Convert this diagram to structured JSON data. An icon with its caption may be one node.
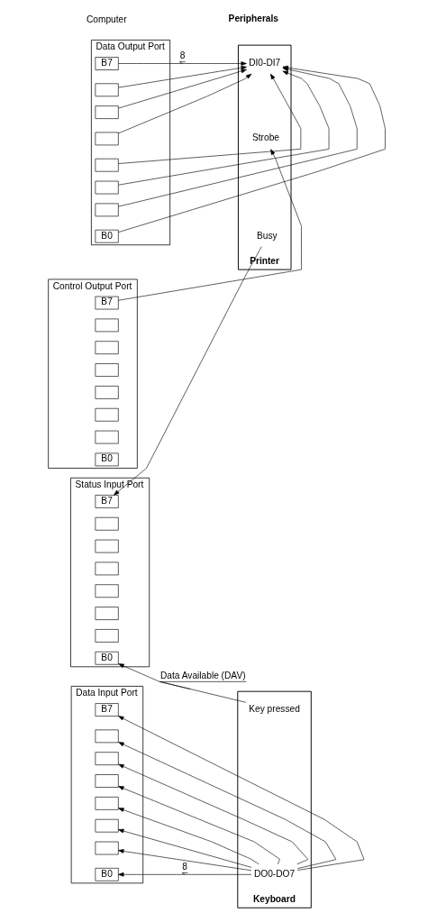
{
  "diagram": {
    "nodes": [
      {
        "text": [
          "Data Output Port"
        ]
      },
      {
        "text": [
          "B7"
        ],
        "in": 0
      },
      {
        "text": [],
        "shape": "box",
        "in": 0
      },
      {
        "text": [],
        "shape": "box",
        "in": 0
      },
      {
        "text": [],
        "shape": "box",
        "in": 0
      },
      {
        "text": [],
        "shape": "box",
        "in": 0
      },
      {
        "text": [],
        "shape": "box",
        "in": 0
      },
      {
        "text": [],
        "shape": "box",
        "in": 0
      },
      {
        "text": [
          "B0"
        ],
        "in": 0
      },
      {
        "text": [
          "Printer"
        ]
      },
      {
        "text": [
          "DI0-DI7"
        ],
        "in": 9
      },
      {
        "text": [
          "Strobe"
        ],
        "in": 9
      },
      {
        "text": [
          "Busy"
        ],
        "in": 9
      },
      {
        "text": [
          "Control Output Port"
        ]
      },
      {
        "text": [
          "B7"
        ],
        "in": 13
      },
      {
        "text": [],
        "shape": "box",
        "in": 13
      },
      {
        "text": [],
        "shape": "box",
        "in": 13
      },
      {
        "text": [],
        "shape": "box",
        "in": 13
      },
      {
        "text": [],
        "shape": "box",
        "in": 13
      },
      {
        "text": [],
        "shape": "box",
        "in": 13
      },
      {
        "text": [],
        "shape": "box",
        "in": 13
      },
      {
        "text": [
          "B0"
        ],
        "in": 13
      },
      {
        "text": [
          "Status Input Port"
        ]
      },
      {
        "text": [
          "B7"
        ],
        "in": 22
      },
      {
        "text": [],
        "shape": "box",
        "in": 22
      },
      {
        "text": [],
        "shape": "box",
        "in": 22
      },
      {
        "text": [],
        "shape": "box",
        "in": 22
      },
      {
        "text": [],
        "shape": "box",
        "in": 22
      },
      {
        "text": [],
        "shape": "box",
        "in": 22
      },
      {
        "text": [],
        "shape": "box",
        "in": 22
      },
      {
        "text": [
          "B0"
        ],
        "in": 22
      },
      {
        "text": [
          "Keyboard"
        ]
      },
      {
        "text": [
          "Key pressed"
        ],
        "in": 31
      },
      {
        "text": [
          "DO0-DO7"
        ],
        "in": 31
      },
      {
        "text": [
          "Data Input Port"
        ]
      },
      {
        "text": [
          "B7"
        ],
        "in": 34
      },
      {
        "text": [],
        "shape": "box",
        "in": 34
      },
      {
        "text": [],
        "shape": "box",
        "in": 34
      },
      {
        "text": [],
        "shape": "box",
        "in": 34
      },
      {
        "text": [],
        "shape": "box",
        "in": 34
      },
      {
        "text": [],
        "shape": "box",
        "in": 34
      },
      {
        "text": [],
        "shape": "box",
        "in": 34
      },
      {
        "text": [
          "B0"
        ],
        "in": 34
      }
    ],
    "edges": [
      {
        "from": 1,
        "to": 10,
        "arrow": "to",
        "label": "8"
      },
      {
        "from": 2,
        "to": 10,
        "arrow": "to"
      },
      {
        "from": 3,
        "to": 10,
        "arrow": "to"
      },
      {
        "from": 4,
        "to": 10,
        "arrow": "to"
      },
      {
        "from": 5,
        "to": 10,
        "arrow": "to"
      },
      {
        "from": 6,
        "to": 10,
        "arrow": "to"
      },
      {
        "from": 7,
        "to": 10,
        "arrow": "to"
      },
      {
        "from": 8,
        "to": 10,
        "arrow": "to"
      },
      {
        "from": 14,
        "to": 11,
        "arrow": "to"
      },
      {
        "from": 12,
        "to": 23,
        "arrow": "to"
      },
      {
        "from": 32,
        "to": 30,
        "arrow": "to",
        "label": "Data Available (DAV)"
      },
      {
        "from": 33,
        "to": 35,
        "arrow": "to"
      },
      {
        "from": 33,
        "to": 36,
        "arrow": "to"
      },
      {
        "from": 33,
        "to": 37,
        "arrow": "to"
      },
      {
        "from": 33,
        "to": 38,
        "arrow": "to"
      },
      {
        "from": 33,
        "to": 39,
        "arrow": "to"
      },
      {
        "from": 33,
        "to": 40,
        "arrow": "to"
      },
      {
        "from": 33,
        "to": 41,
        "arrow": "to"
      },
      {
        "from": 33,
        "to": 42,
        "arrow": "to",
        "label": "8"
      }
    ],
    "labels": [
      "Computer",
      "Peripherals"
    ]
  }
}
